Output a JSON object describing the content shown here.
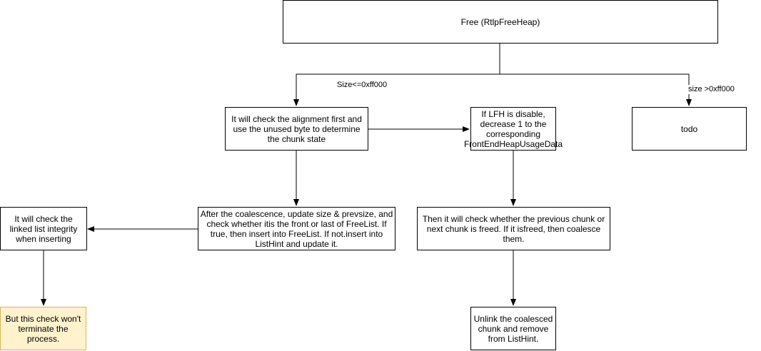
{
  "nodes": {
    "free": "Free (RtlpFreeHeap)",
    "alignment": "It will check the alignment first and use the unused byte to determine the chunk state",
    "lfh": "If LFH is disable, decrease 1 to the corresponding FrontEndHeapUsageData",
    "todo": "todo",
    "coalescence_update": "After the coalescence, update size & prevsize, and check whether itis the front or last of FreeList. If true, then insert into FreeList. If not.insert into ListHint and update it.",
    "linked_list_check": "It will check the linked list integrity when inserting",
    "check_prev_next": "Then it will check whether the previous chunk or next chunk is freed. If it isfreed, then coalesce them.",
    "no_terminate": "But this check won't terminate the process.",
    "unlink": "Unlink the coalesced chunk and remove from ListHint."
  },
  "edge_labels": {
    "small": "Size<=0xff000",
    "large": "size >0xff000"
  },
  "colors": {
    "note_fill": "#fff2cc",
    "note_border": "#d6b656"
  }
}
